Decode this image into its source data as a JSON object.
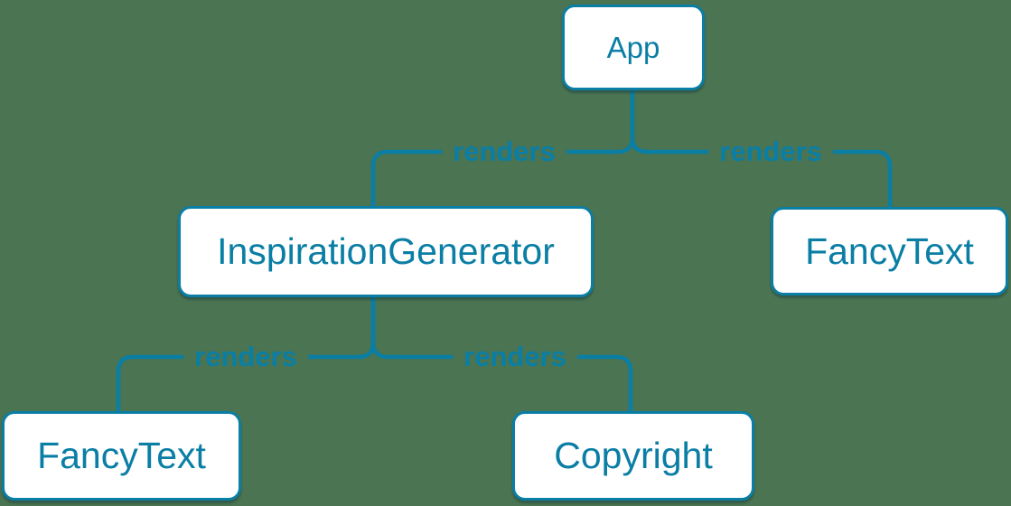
{
  "colors": {
    "background": "#4a7452",
    "accent": "#0a7ea4",
    "node_fill": "#ffffff"
  },
  "nodes": [
    {
      "id": "app",
      "label": "App"
    },
    {
      "id": "inspiration-generator",
      "label": "InspirationGenerator"
    },
    {
      "id": "fancy-text-top",
      "label": "FancyText"
    },
    {
      "id": "fancy-text-bottom",
      "label": "FancyText"
    },
    {
      "id": "copyright",
      "label": "Copyright"
    }
  ],
  "edges": [
    {
      "from": "App",
      "to": "InspirationGenerator",
      "label": "renders"
    },
    {
      "from": "App",
      "to": "FancyText",
      "label": "renders"
    },
    {
      "from": "InspirationGenerator",
      "to": "FancyText",
      "label": "renders"
    },
    {
      "from": "InspirationGenerator",
      "to": "Copyright",
      "label": "renders"
    }
  ]
}
